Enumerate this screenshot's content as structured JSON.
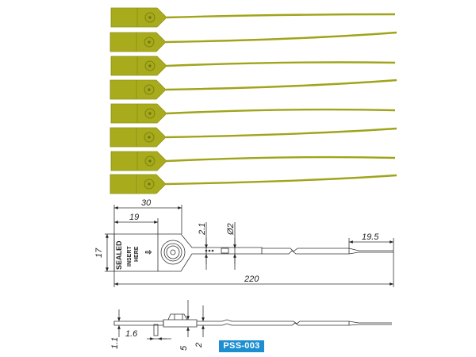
{
  "product": {
    "model_badge": "PSS-003",
    "photo": {
      "seal_count": 8,
      "seal_color": "#a8ac1c",
      "seal_dark": "#8c9012"
    },
    "colors": {
      "badge_bg": "#1d8fd1",
      "badge_text": "#ffffff",
      "line": "#333333"
    }
  },
  "drawing": {
    "top_view": {
      "dimensions": {
        "tag_total_width": "30",
        "label_area_width": "19",
        "tag_height": "17",
        "strap_thickness": "2.1",
        "strap_diameter": "Ø2",
        "tip_length": "19.5",
        "total_length": "220"
      },
      "tag_label": {
        "line1": "SEALED",
        "line2": "INSERT",
        "line3": "HERE",
        "arrow": "⇨"
      }
    },
    "side_view": {
      "dimensions": {
        "tag_thickness": "1.1",
        "rib_width": "1.6",
        "head_height": "5",
        "strap_height": "2"
      }
    }
  }
}
